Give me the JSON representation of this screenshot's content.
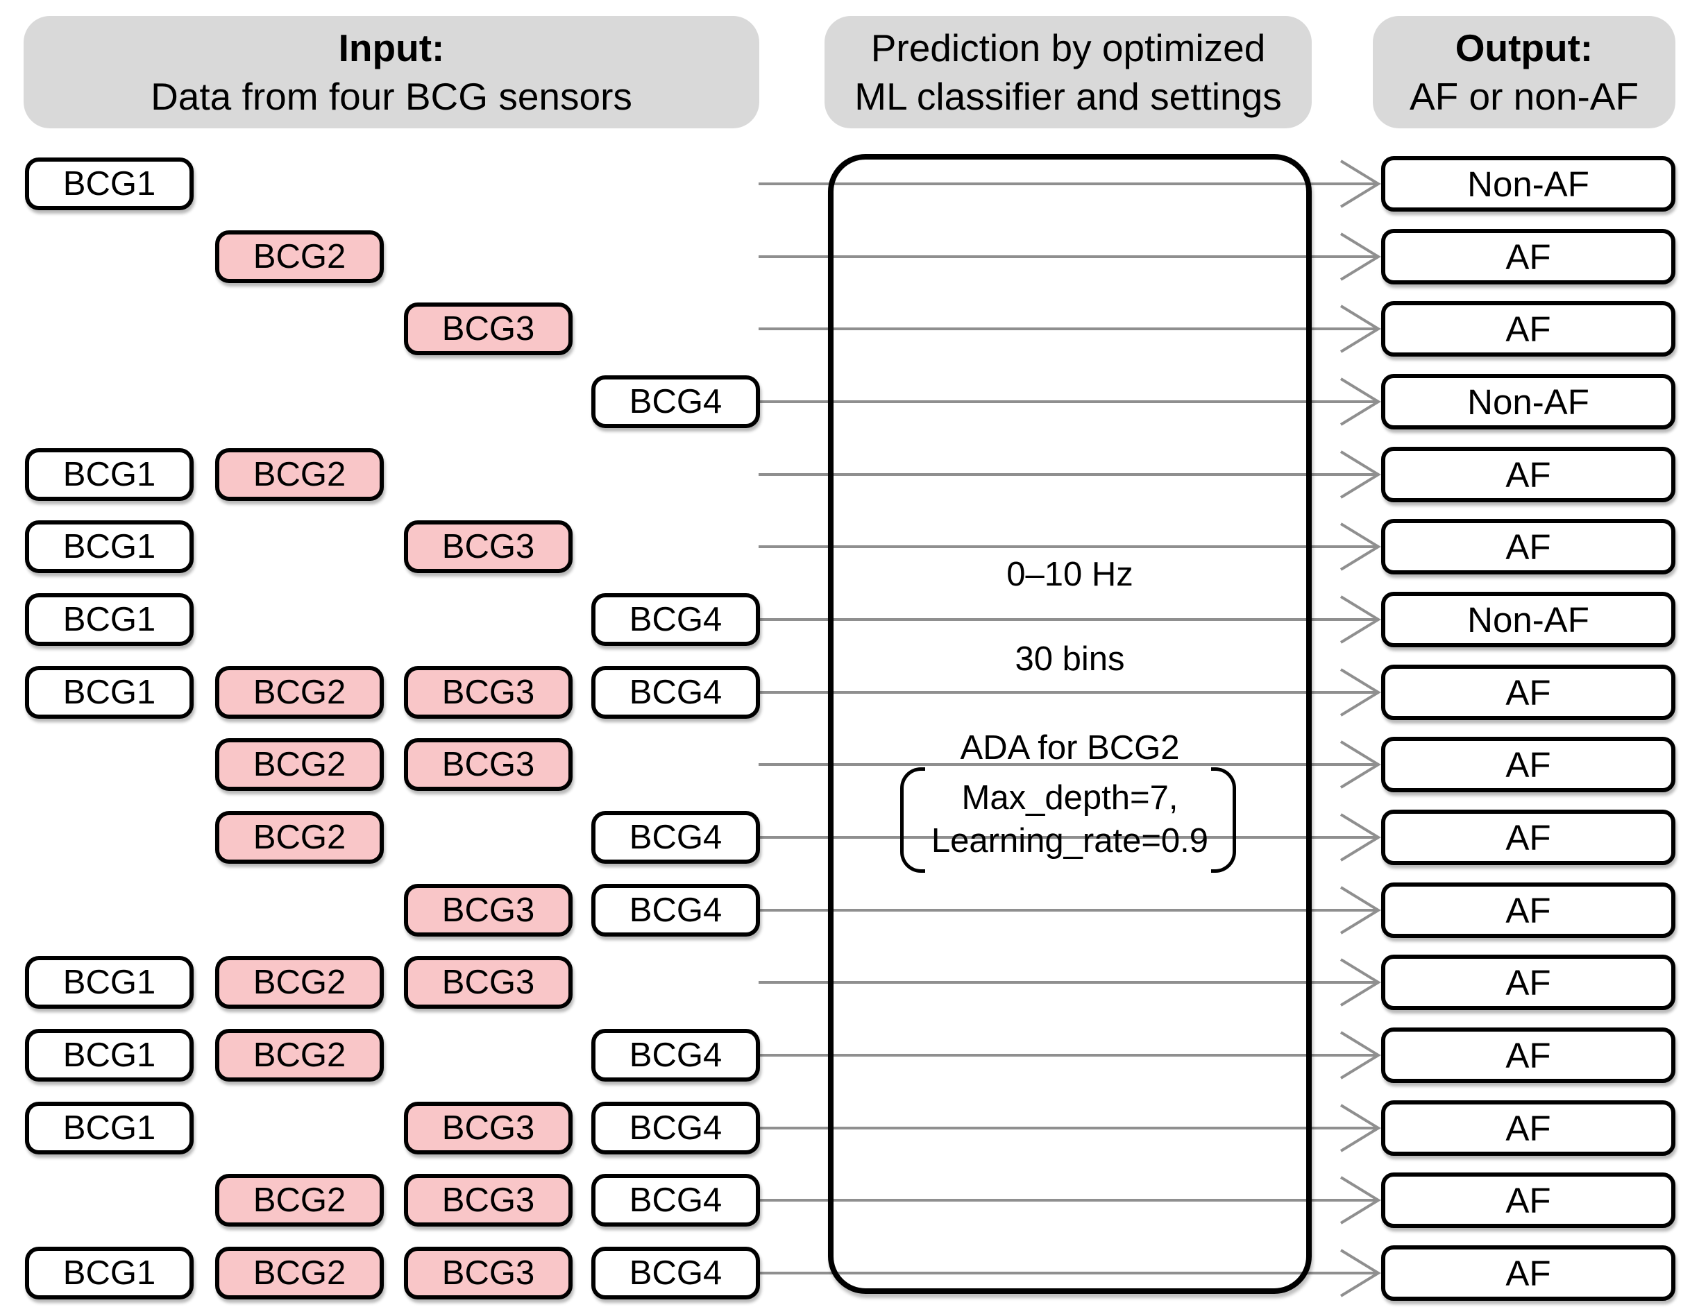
{
  "headers": {
    "input": {
      "title": "Input:",
      "subtitle": "Data from four BCG sensors"
    },
    "classifier": {
      "title": "Prediction by optimized",
      "subtitle": "ML classifier and settings"
    },
    "output": {
      "title": "Output:",
      "subtitle": "AF or non-AF"
    }
  },
  "sensors": {
    "bcg1": "BCG1",
    "bcg2": "BCG2",
    "bcg3": "BCG3",
    "bcg4": "BCG4"
  },
  "classifier_box": {
    "line1": "0–10 Hz",
    "line2": "30 bins",
    "line3": "ADA for BCG2",
    "line4": "Max_depth=7,",
    "line5": "Learning_rate=0.9"
  },
  "rows": [
    {
      "inputs": [
        "BCG1"
      ],
      "output": "Non-AF"
    },
    {
      "inputs": [
        "BCG2"
      ],
      "output": "AF"
    },
    {
      "inputs": [
        "BCG3"
      ],
      "output": "AF"
    },
    {
      "inputs": [
        "BCG4"
      ],
      "output": "Non-AF"
    },
    {
      "inputs": [
        "BCG1",
        "BCG2"
      ],
      "output": "AF"
    },
    {
      "inputs": [
        "BCG1",
        "BCG3"
      ],
      "output": "AF"
    },
    {
      "inputs": [
        "BCG1",
        "BCG4"
      ],
      "output": "Non-AF"
    },
    {
      "inputs": [
        "BCG1",
        "BCG2",
        "BCG3",
        "BCG4"
      ],
      "output": "AF"
    },
    {
      "inputs": [
        "BCG2",
        "BCG3"
      ],
      "output": "AF"
    },
    {
      "inputs": [
        "BCG2",
        "BCG4"
      ],
      "output": "AF"
    },
    {
      "inputs": [
        "BCG3",
        "BCG4"
      ],
      "output": "AF"
    },
    {
      "inputs": [
        "BCG1",
        "BCG2",
        "BCG3"
      ],
      "output": "AF"
    },
    {
      "inputs": [
        "BCG1",
        "BCG2",
        "BCG4"
      ],
      "output": "AF"
    },
    {
      "inputs": [
        "BCG1",
        "BCG3",
        "BCG4"
      ],
      "output": "AF"
    },
    {
      "inputs": [
        "BCG2",
        "BCG3",
        "BCG4"
      ],
      "output": "AF"
    },
    {
      "inputs": [
        "BCG1",
        "BCG2",
        "BCG3",
        "BCG4"
      ],
      "output": "AF"
    }
  ],
  "colors": {
    "pink": "#f9c6c8",
    "gray_header": "#d9d9d9",
    "arrow": "#8f8f8f",
    "border": "#000000"
  }
}
